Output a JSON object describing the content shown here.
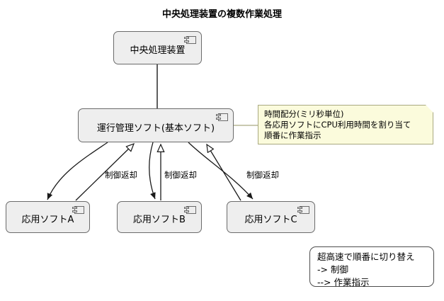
{
  "title": "中央処理装置の複数作業処理",
  "nodes": {
    "cpu": {
      "label": "中央処理装置",
      "icon": "uml-component-icon"
    },
    "os": {
      "label": "運行管理ソフト(基本ソフト)",
      "icon": "uml-component-icon"
    },
    "appA": {
      "label": "応用ソフトA",
      "icon": "uml-component-icon"
    },
    "appB": {
      "label": "応用ソフトB",
      "icon": "uml-component-icon"
    },
    "appC": {
      "label": "応用ソフトC",
      "icon": "uml-component-icon"
    }
  },
  "note": {
    "lines": [
      "時間配分(ミリ秒単位)",
      "各応用ソフトにCPU利用時間を割り当て",
      "順番に作業指示"
    ]
  },
  "legend": {
    "lines": [
      "超高速で順番に切り替え",
      "-> 制御",
      "--> 作業指示"
    ]
  },
  "edge_labels": {
    "a_return": "制御返却",
    "b_return": "制御返却",
    "c_return": "制御返却"
  },
  "colors": {
    "component_fill": "#eeeeee",
    "component_border": "#6b6b6b",
    "note_fill": "#fbfbdc",
    "note_border": "#a9a980",
    "legend_fill": "#ffffff",
    "legend_border": "#4d4d4d",
    "edge": "#1a1a1a",
    "background": "#ffffff",
    "text": "#000000"
  }
}
